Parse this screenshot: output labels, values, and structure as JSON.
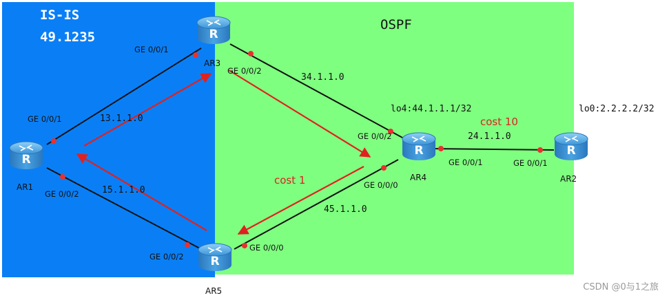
{
  "areas": {
    "isis": {
      "title": "IS-IS",
      "area_id": "49.1235",
      "color": "#0a7ff5"
    },
    "ospf": {
      "title": "OSPF",
      "color": "#7fff80"
    }
  },
  "routers": {
    "ar1": {
      "name": "AR1",
      "glyph": "R"
    },
    "ar2": {
      "name": "AR2",
      "glyph": "R"
    },
    "ar3": {
      "name": "AR3",
      "glyph": "R"
    },
    "ar4": {
      "name": "AR4",
      "glyph": "R"
    },
    "ar5": {
      "name": "AR5",
      "glyph": "R"
    }
  },
  "links": {
    "ar1_ar3": {
      "network": "13.1.1.0",
      "if_a": "GE 0/0/1",
      "if_b": "GE 0/0/1"
    },
    "ar1_ar5": {
      "network": "15.1.1.0",
      "if_a": "GE 0/0/2",
      "if_b": "GE 0/0/2"
    },
    "ar3_ar4": {
      "network": "34.1.1.0",
      "if_a": "GE 0/0/2",
      "if_b": "GE 0/0/2"
    },
    "ar4_ar5": {
      "network": "45.1.1.0",
      "if_a": "GE 0/0/0",
      "if_b": "GE 0/0/0"
    },
    "ar4_ar2": {
      "network": "24.1.1.0",
      "if_a": "GE 0/0/1",
      "if_b": "GE 0/0/1"
    }
  },
  "loopbacks": {
    "ar4": "lo4:44.1.1.1/32",
    "ar2": "lo0:2.2.2.2/32"
  },
  "costs": {
    "ar4_ar5": "cost 1",
    "ar4_ar2": "cost 10"
  },
  "colors": {
    "link": "#111111",
    "port_dot": "#e8312f",
    "path_arrow": "#e0211f",
    "router_body": "#3a8fd6"
  },
  "watermark": "CSDN @0与1之旅"
}
